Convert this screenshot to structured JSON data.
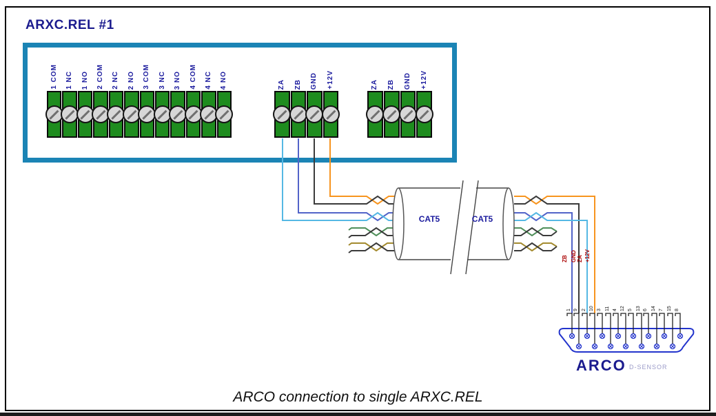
{
  "title_block": {
    "board_title": "ARXC.REL #1"
  },
  "caption": "ARCO connection to single ARXC.REL",
  "board": {
    "blocks": [
      {
        "name": "relay-contact-terminals",
        "labels": [
          "1 COM",
          "1 NC",
          "1 NO",
          "2 COM",
          "2 NC",
          "2 NO",
          "3 COM",
          "3 NC",
          "3 NO",
          "4 COM",
          "4 NC",
          "4 NO"
        ]
      },
      {
        "name": "bus-terminals-a",
        "labels": [
          "ZA",
          "ZB",
          "GND",
          "+12V"
        ]
      },
      {
        "name": "bus-terminals-b",
        "labels": [
          "ZA",
          "ZB",
          "GND",
          "+12V"
        ]
      }
    ]
  },
  "cable": {
    "segment1_label": "CAT5",
    "segment2_label": "CAT5"
  },
  "wire_labels": [
    "ZB",
    "GND",
    "ZA",
    "+12V"
  ],
  "connector": {
    "label": "ARCO",
    "sub_label": "D-SENSOR",
    "pin_numbers": [
      "1",
      "9",
      "2",
      "10",
      "3",
      "11",
      "4",
      "12",
      "5",
      "13",
      "6",
      "14",
      "7",
      "15",
      "8"
    ]
  },
  "colors": {
    "frame_border": "#000000",
    "board_border": "#1b84b5",
    "terminal_green": "#1e8c1e",
    "label_navy": "#1c1c9e",
    "title_navy": "#1b1b8e",
    "wire_za": "#55b8e4",
    "wire_zb": "#5163c8",
    "wire_gnd": "#3a3a3a",
    "wire_12v": "#f7941e",
    "pair_green": "#4f8f5a",
    "pair_brown": "#a38a2e",
    "wire_label_red": "#aa0000",
    "connector_blue": "#2233cc",
    "cable_outline": "#555555"
  }
}
